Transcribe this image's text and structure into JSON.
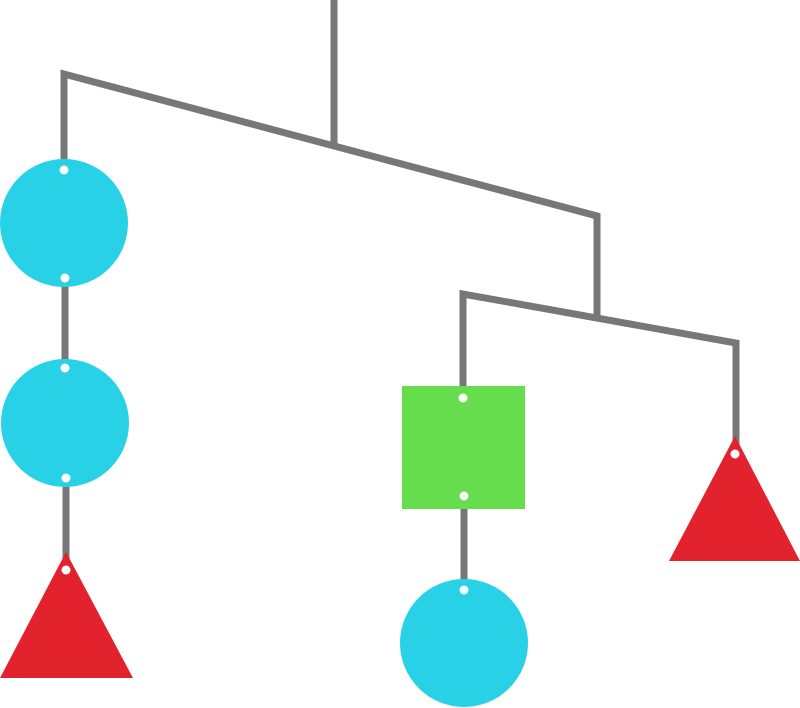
{
  "colors": {
    "wire": "#777777",
    "circle": "#29d1e6",
    "square": "#66dd4c",
    "triangle": "#e2232e",
    "hole": "#ffffff"
  },
  "mobile": {
    "left_branch": {
      "shapes": [
        {
          "kind": "circle",
          "icon": "circle-shape",
          "color": "circle"
        },
        {
          "kind": "circle",
          "icon": "circle-shape",
          "color": "circle"
        },
        {
          "kind": "triangle",
          "icon": "triangle-shape",
          "color": "triangle"
        }
      ]
    },
    "middle_branch": {
      "shapes": [
        {
          "kind": "square",
          "icon": "square-shape",
          "color": "square"
        },
        {
          "kind": "circle",
          "icon": "circle-shape",
          "color": "circle"
        }
      ]
    },
    "right_branch": {
      "shapes": [
        {
          "kind": "triangle",
          "icon": "triangle-shape",
          "color": "triangle"
        }
      ]
    }
  }
}
